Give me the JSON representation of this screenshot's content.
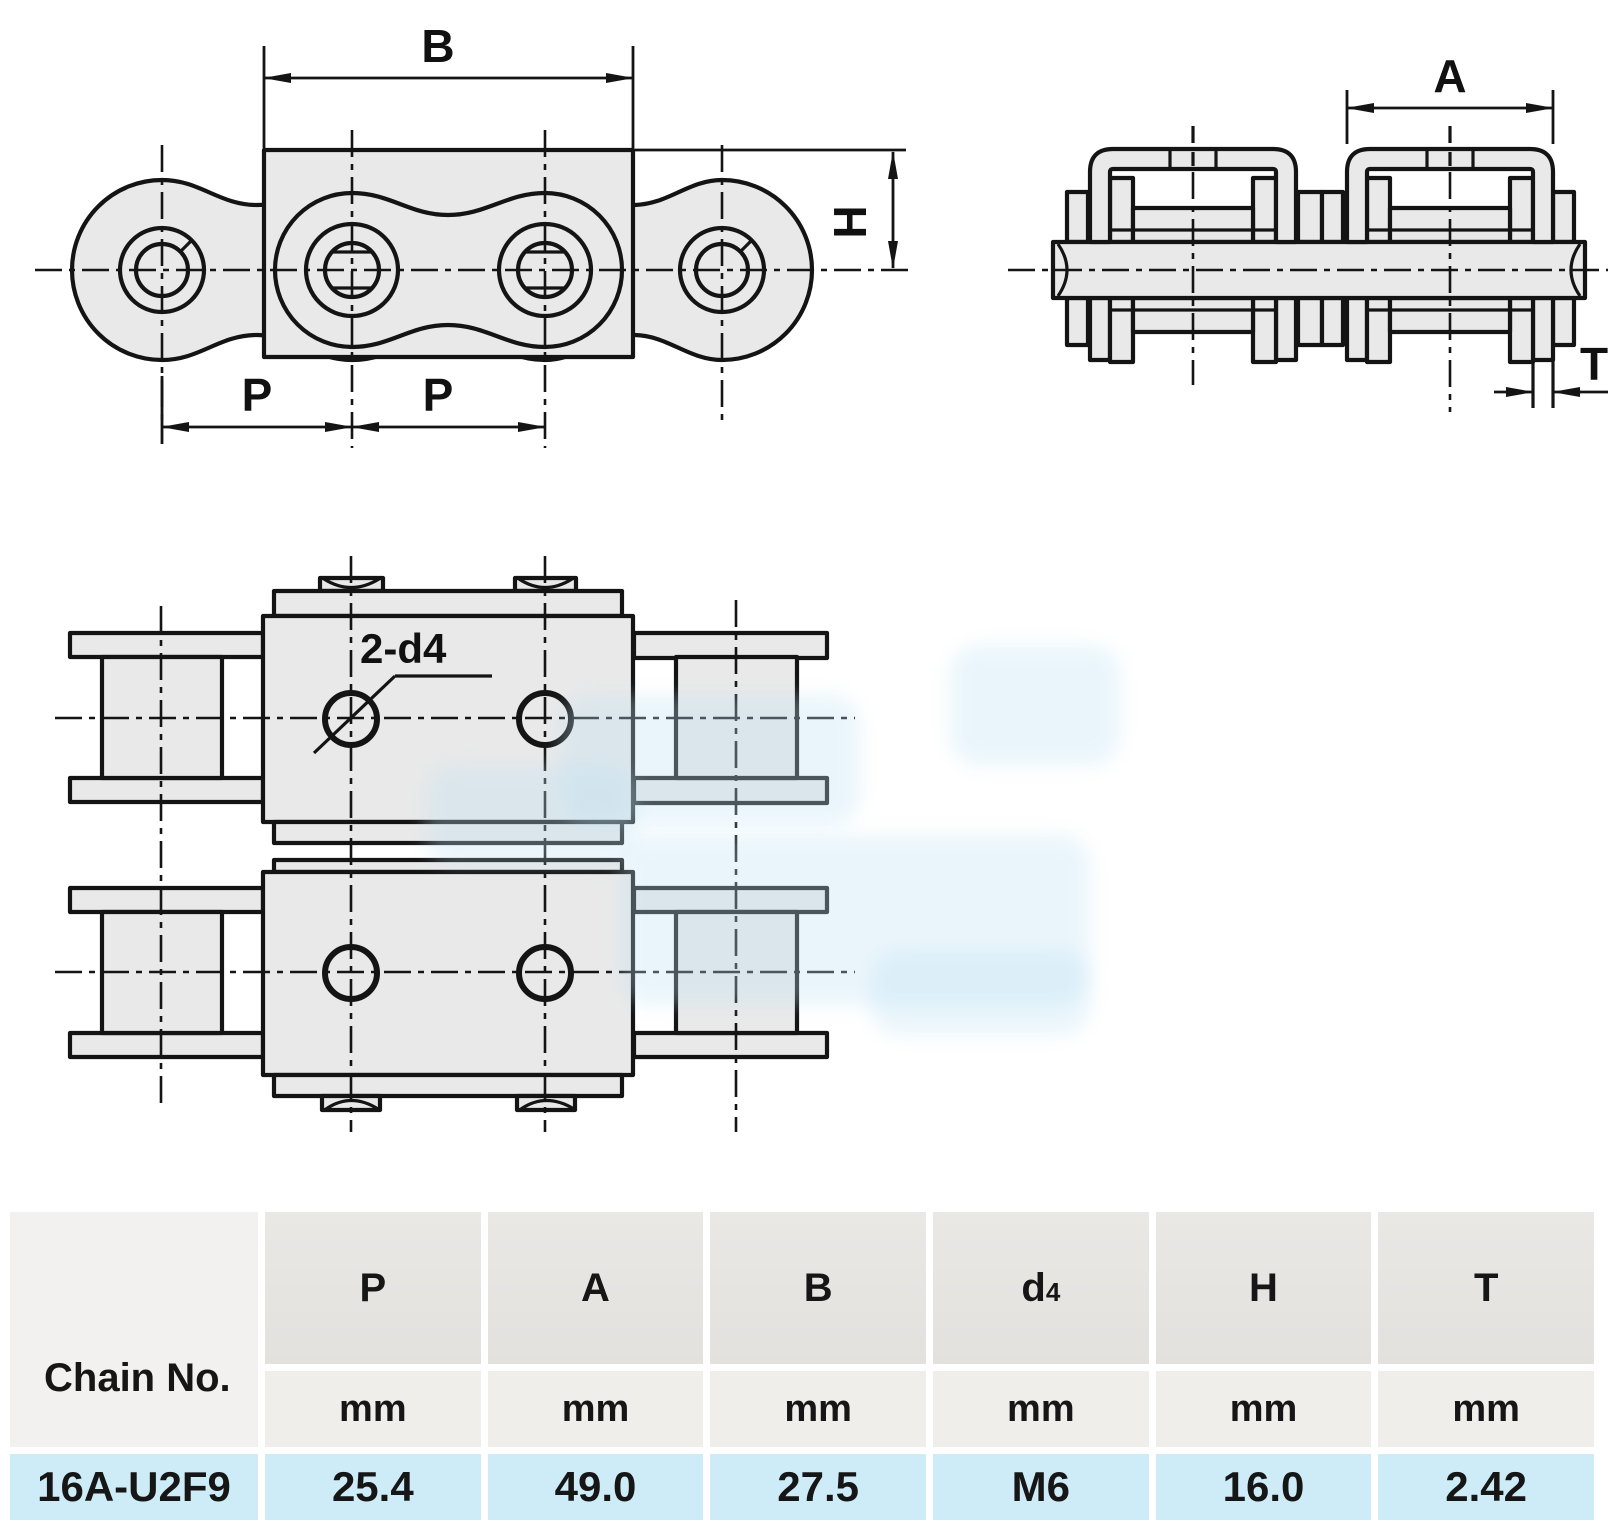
{
  "colors": {
    "page_bg": "#ffffff",
    "line": "#141414",
    "part_fill": "#e9e9e9",
    "table_header_bg": "#e7e4e1",
    "table_chain_bg": "#f3f1ef",
    "table_unit_bg": "#f0eeeb",
    "table_data_row_bg": "#cdecf7",
    "watermark": "#bfe2f4"
  },
  "side_view": {
    "dim_b": "B",
    "dim_h": "H",
    "dim_p_left": "P",
    "dim_p_right": "P"
  },
  "front_view": {
    "dim_a": "A",
    "dim_t": "T"
  },
  "plan_view": {
    "holes_label": "2-d4"
  },
  "table": {
    "chain_header": "Chain No.",
    "columns": [
      {
        "label": "P",
        "sub": "",
        "unit": "mm"
      },
      {
        "label": "A",
        "sub": "",
        "unit": "mm"
      },
      {
        "label": "B",
        "sub": "",
        "unit": "mm"
      },
      {
        "label": "d",
        "sub": "4",
        "unit": "mm"
      },
      {
        "label": "H",
        "sub": "",
        "unit": "mm"
      },
      {
        "label": "T",
        "sub": "",
        "unit": "mm"
      }
    ],
    "rows": [
      {
        "chain_no": "16A-U2F9",
        "values": [
          "25.4",
          "49.0",
          "27.5",
          "M6",
          "16.0",
          "2.42"
        ]
      }
    ]
  }
}
